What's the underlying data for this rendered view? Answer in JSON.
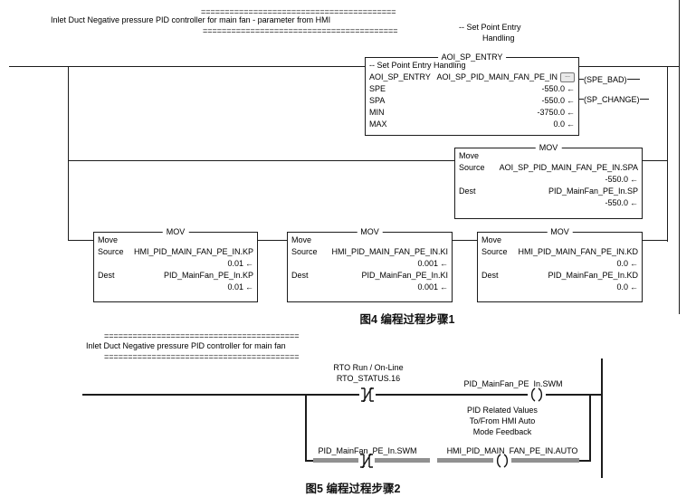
{
  "icons": {
    "value_arrow": "←",
    "ellipsis": "..."
  },
  "colors": {
    "wire": "#1c1c1c",
    "highlight_rung": "#919191"
  },
  "fig4": {
    "comment": {
      "eq_top": "=========================================",
      "title": "Inlet Duct Negative pressure PID controller for main fan - parameter from HMI",
      "eq_bottom": "========================================="
    },
    "note_line1": "-- Set Point Entry",
    "note_line2": "Handling",
    "aoi": {
      "title": "AOI_SP_ENTRY",
      "description": "-- Set Point Entry Handling",
      "type_label": "AOI_SP_ENTRY",
      "tag": "AOI_SP_PID_MAIN_FAN_PE_IN",
      "params": [
        {
          "name": "SPE",
          "value": "-550.0"
        },
        {
          "name": "SPA",
          "value": "-550.0"
        },
        {
          "name": "MIN",
          "value": "-3750.0"
        },
        {
          "name": "MAX",
          "value": "0.0"
        }
      ],
      "output1": "(SPE_BAD)",
      "output2": "(SP_CHANGE)"
    },
    "mov_sp": {
      "title": "MOV",
      "op": "Move",
      "source_label": "Source",
      "source_tag": "AOI_SP_PID_MAIN_FAN_PE_IN.SPA",
      "source_value": "-550.0",
      "dest_label": "Dest",
      "dest_tag": "PID_MainFan_PE_In.SP",
      "dest_value": "-550.0"
    },
    "mov_kp": {
      "title": "MOV",
      "op": "Move",
      "source_label": "Source",
      "source_tag": "HMI_PID_MAIN_FAN_PE_IN.KP",
      "source_value": "0.01",
      "dest_label": "Dest",
      "dest_tag": "PID_MainFan_PE_In.KP",
      "dest_value": "0.01"
    },
    "mov_ki": {
      "title": "MOV",
      "op": "Move",
      "source_label": "Source",
      "source_tag": "HMI_PID_MAIN_FAN_PE_IN.KI",
      "source_value": "0.001",
      "dest_label": "Dest",
      "dest_tag": "PID_MainFan_PE_In.KI",
      "dest_value": "0.001"
    },
    "mov_kd": {
      "title": "MOV",
      "op": "Move",
      "source_label": "Source",
      "source_tag": "HMI_PID_MAIN_FAN_PE_IN.KD",
      "source_value": "0.0",
      "dest_label": "Dest",
      "dest_tag": "PID_MainFan_PE_In.KD",
      "dest_value": "0.0"
    },
    "caption": "图4  编程过程步骤1"
  },
  "fig5": {
    "comment": {
      "eq_top": "=========================================",
      "title": "Inlet Duct Negative pressure PID controller for main fan",
      "eq_bottom": "========================================="
    },
    "contact1_comment": "RTO Run / On-Line",
    "contact1_tag": "RTO_STATUS.16",
    "coil1_tag": "PID_MainFan_PE_In.SWM",
    "branch_comment_1": "PID Related Values",
    "branch_comment_2": "To/From HMI Auto",
    "branch_comment_3": "Mode Feedback",
    "contact2_tag": "PID_MainFan_PE_In.SWM",
    "coil2_tag": "HMI_PID_MAIN_FAN_PE_IN.AUTO",
    "caption": "图5  编程过程步骤2"
  }
}
